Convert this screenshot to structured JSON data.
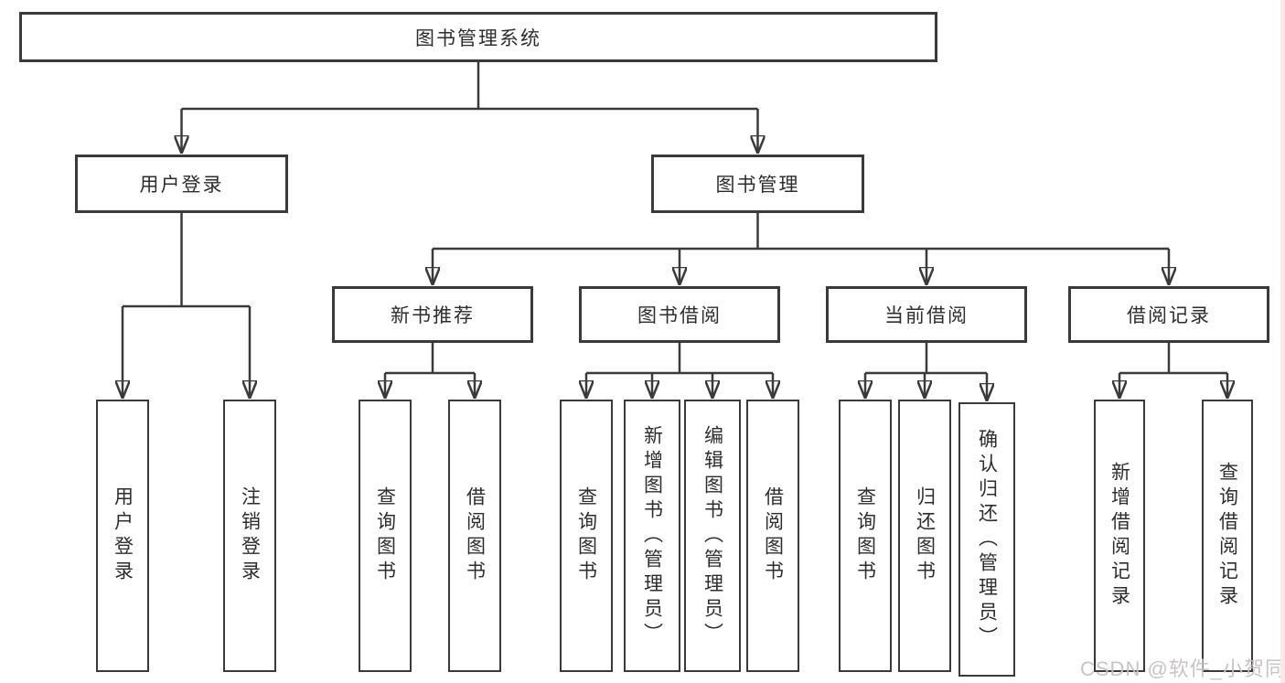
{
  "tree": {
    "label": "图书管理系统",
    "children": [
      {
        "label": "用户登录",
        "children": [
          {
            "label": "用户登录"
          },
          {
            "label": "注销登录"
          }
        ]
      },
      {
        "label": "图书管理",
        "children": [
          {
            "label": "新书推荐",
            "children": [
              {
                "label": "查询图书"
              },
              {
                "label": "借阅图书"
              }
            ]
          },
          {
            "label": "图书借阅",
            "children": [
              {
                "label": "查询图书"
              },
              {
                "label": "新增图书（管理员）"
              },
              {
                "label": "编辑图书（管理员）"
              },
              {
                "label": "借阅图书"
              }
            ]
          },
          {
            "label": "当前借阅",
            "children": [
              {
                "label": "查询图书"
              },
              {
                "label": "归还图书"
              },
              {
                "label": "确认归还（管理员）"
              }
            ]
          },
          {
            "label": "借阅记录",
            "children": [
              {
                "label": "新增借阅记录"
              },
              {
                "label": "查询借阅记录"
              }
            ]
          }
        ]
      }
    ]
  },
  "watermark": {
    "text": "CSDN @软件_小贺同学",
    "color": "#c6c1c1"
  },
  "colors": {
    "background": "#ffffff",
    "box_border": "#3a3a3a",
    "connector_line": "#3a3a3a",
    "text": "#2d2d2d",
    "right_edge_tint": "#ffe7e7"
  }
}
